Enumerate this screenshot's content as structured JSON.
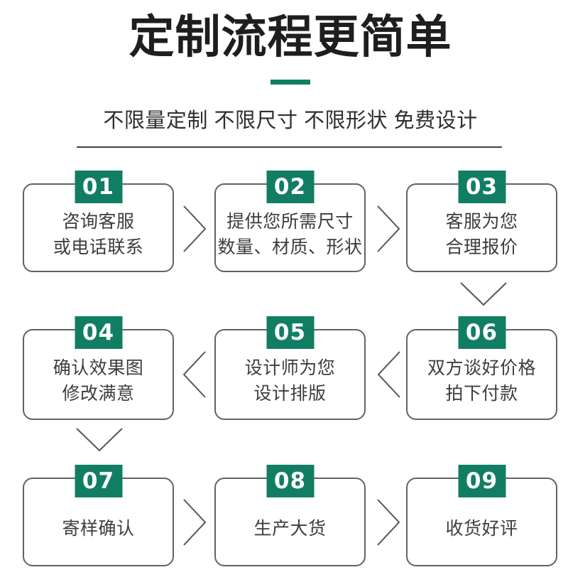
{
  "header": {
    "title": "定制流程更简单",
    "subtitle": "不限量定制 不限尺寸 不限形状 免费设计"
  },
  "colors": {
    "accent_green": "#117e63",
    "title_text": "#1e1e1e",
    "body_text": "#3d3d3d",
    "card_border": "#636363",
    "arrow_stroke": "#565656",
    "divider": "#414141",
    "background": "#ffffff",
    "badge_text": "#ffffff"
  },
  "icons": {
    "forward": "chevron-right-icon",
    "backward": "chevron-left-icon",
    "down": "chevron-down-icon"
  },
  "steps": [
    {
      "number": "01",
      "text": "咨询客服\n或电话联系"
    },
    {
      "number": "02",
      "text": "提供您所需尺寸\n数量、材质、形状"
    },
    {
      "number": "03",
      "text": "客服为您\n合理报价"
    },
    {
      "number": "04",
      "text": "确认效果图\n修改满意"
    },
    {
      "number": "05",
      "text": "设计师为您\n设计排版"
    },
    {
      "number": "06",
      "text": "双方谈好价格\n拍下付款"
    },
    {
      "number": "07",
      "text": "寄样确认"
    },
    {
      "number": "08",
      "text": "生产大货"
    },
    {
      "number": "09",
      "text": "收货好评"
    }
  ]
}
